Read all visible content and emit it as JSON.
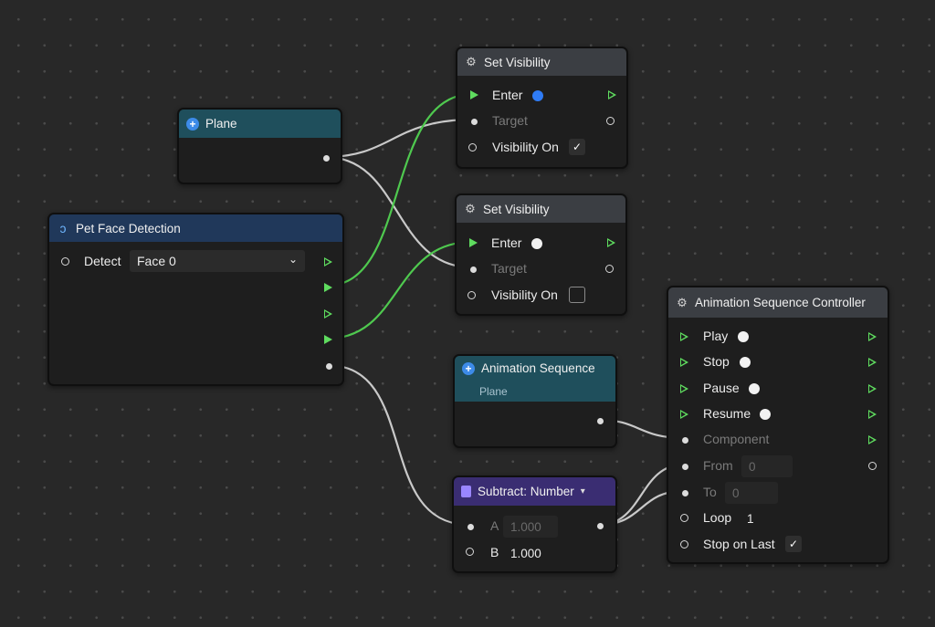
{
  "nodes": {
    "plane": {
      "title": "Plane"
    },
    "pet_face": {
      "title": "Pet Face Detection",
      "detect_label": "Detect",
      "detect_value": "Face 0",
      "dropdown_glyph": "⌄"
    },
    "set_vis_1": {
      "title": "Set Visibility",
      "enter_label": "Enter",
      "enter_color": "#2f7cf6",
      "target_label": "Target",
      "visibility_label": "Visibility On",
      "visibility_checked": true,
      "check_glyph": "✓"
    },
    "set_vis_2": {
      "title": "Set Visibility",
      "enter_label": "Enter",
      "enter_color": "#f2f2f2",
      "target_label": "Target",
      "visibility_label": "Visibility On",
      "visibility_checked": false
    },
    "anim_seq": {
      "title": "Animation Sequence",
      "subtitle": "Plane"
    },
    "subtract": {
      "title": "Subtract: Number",
      "caret": "▾",
      "a_label": "A",
      "a_value": "1.000",
      "b_label": "B",
      "b_value": "1.000"
    },
    "anim_ctrl": {
      "title": "Animation Sequence Controller",
      "play_label": "Play",
      "stop_label": "Stop",
      "pause_label": "Pause",
      "resume_label": "Resume",
      "component_label": "Component",
      "from_label": "From",
      "from_value": "0",
      "to_label": "To",
      "to_value": "0",
      "loop_label": "Loop",
      "loop_value": "1",
      "stop_on_last_label": "Stop on Last",
      "stop_on_last_checked": true,
      "check_glyph": "✓",
      "swatch_color": "#f2f2f2"
    }
  },
  "colors": {
    "wire_white": "#c9c9c9",
    "wire_green": "#4fc94f",
    "trigger_green": "#5fdc5f"
  },
  "icons": {
    "plane": "plus-icon",
    "pet_face": "face-icon",
    "set_visibility": "gear-icon",
    "anim_seq": "plus-icon",
    "subtract": "calc-icon",
    "anim_ctrl": "gear-icon"
  }
}
